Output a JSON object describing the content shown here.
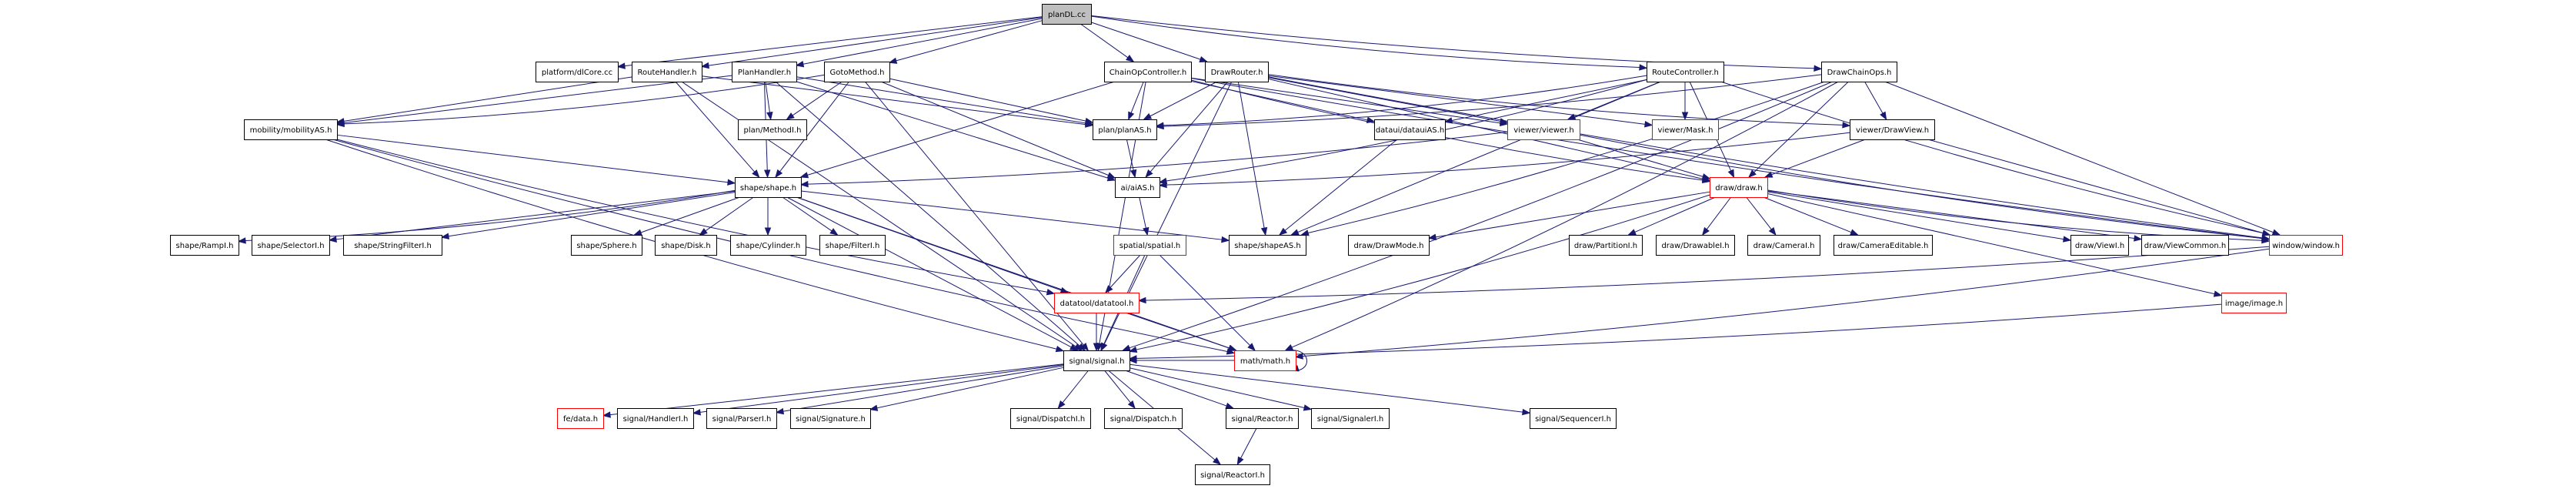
{
  "title": "planDL.cc",
  "colors": {
    "edge": "#191970",
    "root_fill": "#bfbfbf",
    "normal_border": "#000000",
    "missing_border": "#ff0000",
    "node_fill": "#ffffff"
  },
  "nodes": [
    {
      "id": "planDL",
      "label": "planDL.cc",
      "kind": "root"
    },
    {
      "id": "dlCore",
      "label": "platform/dlCore.cc",
      "kind": "normal"
    },
    {
      "id": "RouteHandler",
      "label": "RouteHandler.h",
      "kind": "normal"
    },
    {
      "id": "PlanHandler",
      "label": "PlanHandler.h",
      "kind": "normal"
    },
    {
      "id": "GotoMethod",
      "label": "GotoMethod.h",
      "kind": "normal"
    },
    {
      "id": "ChainOpController",
      "label": "ChainOpController.h",
      "kind": "normal"
    },
    {
      "id": "DrawRouter",
      "label": "DrawRouter.h",
      "kind": "normal"
    },
    {
      "id": "RouteController",
      "label": "RouteController.h",
      "kind": "normal"
    },
    {
      "id": "DrawChainOps",
      "label": "DrawChainOps.h",
      "kind": "normal"
    },
    {
      "id": "mobilityAS",
      "label": "mobility/mobilityAS.h",
      "kind": "normal"
    },
    {
      "id": "MethodI",
      "label": "plan/MethodI.h",
      "kind": "normal"
    },
    {
      "id": "planAS",
      "label": "plan/planAS.h",
      "kind": "normal"
    },
    {
      "id": "datauiAS",
      "label": "dataui/datauiAS.h",
      "kind": "normal"
    },
    {
      "id": "viewer",
      "label": "viewer/viewer.h",
      "kind": "missing"
    },
    {
      "id": "Mask",
      "label": "viewer/Mask.h",
      "kind": "missing"
    },
    {
      "id": "DrawView",
      "label": "viewer/DrawView.h",
      "kind": "normal"
    },
    {
      "id": "shape",
      "label": "shape/shape.h",
      "kind": "normal"
    },
    {
      "id": "aiAS",
      "label": "ai/aiAS.h",
      "kind": "normal"
    },
    {
      "id": "draw",
      "label": "draw/draw.h",
      "kind": "missing"
    },
    {
      "id": "RampI",
      "label": "shape/RampI.h",
      "kind": "normal"
    },
    {
      "id": "SelectorI",
      "label": "shape/SelectorI.h",
      "kind": "normal"
    },
    {
      "id": "StringFilterI",
      "label": "shape/StringFilterI.h",
      "kind": "normal"
    },
    {
      "id": "Sphere",
      "label": "shape/Sphere.h",
      "kind": "normal"
    },
    {
      "id": "Disk",
      "label": "shape/Disk.h",
      "kind": "normal"
    },
    {
      "id": "Cylinder",
      "label": "shape/Cylinder.h",
      "kind": "normal"
    },
    {
      "id": "FilterI",
      "label": "shape/FilterI.h",
      "kind": "normal"
    },
    {
      "id": "spatial",
      "label": "spatial/spatial.h",
      "kind": "missing"
    },
    {
      "id": "shapeAS",
      "label": "shape/shapeAS.h",
      "kind": "normal"
    },
    {
      "id": "DrawMode",
      "label": "draw/DrawMode.h",
      "kind": "normal"
    },
    {
      "id": "PartitionI",
      "label": "draw/PartitionI.h",
      "kind": "normal"
    },
    {
      "id": "DrawableI",
      "label": "draw/DrawableI.h",
      "kind": "normal"
    },
    {
      "id": "CameraI",
      "label": "draw/CameraI.h",
      "kind": "normal"
    },
    {
      "id": "CameraEditable",
      "label": "draw/CameraEditable.h",
      "kind": "normal"
    },
    {
      "id": "ViewI",
      "label": "draw/ViewI.h",
      "kind": "normal"
    },
    {
      "id": "ViewCommon",
      "label": "draw/ViewCommon.h",
      "kind": "normal"
    },
    {
      "id": "window",
      "label": "window/window.h",
      "kind": "missing"
    },
    {
      "id": "datatool",
      "label": "datatool/datatool.h",
      "kind": "missing"
    },
    {
      "id": "image",
      "label": "image/image.h",
      "kind": "missing"
    },
    {
      "id": "signal",
      "label": "signal/signal.h",
      "kind": "normal"
    },
    {
      "id": "math",
      "label": "math/math.h",
      "kind": "missing"
    },
    {
      "id": "fedata",
      "label": "fe/data.h",
      "kind": "missing"
    },
    {
      "id": "HandlerI",
      "label": "signal/HandlerI.h",
      "kind": "normal"
    },
    {
      "id": "ParserI",
      "label": "signal/ParserI.h",
      "kind": "normal"
    },
    {
      "id": "Signature",
      "label": "signal/Signature.h",
      "kind": "normal"
    },
    {
      "id": "DispatchI",
      "label": "signal/DispatchI.h",
      "kind": "normal"
    },
    {
      "id": "Dispatch",
      "label": "signal/Dispatch.h",
      "kind": "normal"
    },
    {
      "id": "Reactor",
      "label": "signal/Reactor.h",
      "kind": "normal"
    },
    {
      "id": "SignalerI",
      "label": "signal/SignalerI.h",
      "kind": "normal"
    },
    {
      "id": "SequencerI",
      "label": "signal/SequencerI.h",
      "kind": "normal"
    },
    {
      "id": "ReactorI",
      "label": "signal/ReactorI.h",
      "kind": "normal"
    }
  ],
  "edges": [
    [
      "planDL",
      "dlCore"
    ],
    [
      "planDL",
      "RouteHandler"
    ],
    [
      "planDL",
      "PlanHandler"
    ],
    [
      "planDL",
      "GotoMethod"
    ],
    [
      "planDL",
      "ChainOpController"
    ],
    [
      "planDL",
      "DrawRouter"
    ],
    [
      "planDL",
      "RouteController"
    ],
    [
      "planDL",
      "DrawChainOps"
    ],
    [
      "RouteHandler",
      "mobilityAS"
    ],
    [
      "RouteHandler",
      "shape"
    ],
    [
      "RouteHandler",
      "signal"
    ],
    [
      "RouteHandler",
      "planAS"
    ],
    [
      "PlanHandler",
      "MethodI"
    ],
    [
      "PlanHandler",
      "planAS"
    ],
    [
      "PlanHandler",
      "shape"
    ],
    [
      "PlanHandler",
      "signal"
    ],
    [
      "PlanHandler",
      "aiAS"
    ],
    [
      "PlanHandler",
      "mobilityAS"
    ],
    [
      "GotoMethod",
      "MethodI"
    ],
    [
      "GotoMethod",
      "planAS"
    ],
    [
      "GotoMethod",
      "shape"
    ],
    [
      "GotoMethod",
      "aiAS"
    ],
    [
      "GotoMethod",
      "mobilityAS"
    ],
    [
      "GotoMethod",
      "signal"
    ],
    [
      "ChainOpController",
      "planAS"
    ],
    [
      "ChainOpController",
      "shape"
    ],
    [
      "ChainOpController",
      "datauiAS"
    ],
    [
      "ChainOpController",
      "viewer"
    ],
    [
      "ChainOpController",
      "draw"
    ],
    [
      "ChainOpController",
      "window"
    ],
    [
      "ChainOpController",
      "signal"
    ],
    [
      "DrawRouter",
      "planAS"
    ],
    [
      "DrawRouter",
      "aiAS"
    ],
    [
      "DrawRouter",
      "shapeAS"
    ],
    [
      "DrawRouter",
      "viewer"
    ],
    [
      "DrawRouter",
      "Mask"
    ],
    [
      "DrawRouter",
      "draw"
    ],
    [
      "DrawRouter",
      "window"
    ],
    [
      "DrawRouter",
      "signal"
    ],
    [
      "DrawRouter",
      "DrawView"
    ],
    [
      "RouteController",
      "planAS"
    ],
    [
      "RouteController",
      "viewer"
    ],
    [
      "RouteController",
      "Mask"
    ],
    [
      "RouteController",
      "datauiAS"
    ],
    [
      "RouteController",
      "draw"
    ],
    [
      "RouteController",
      "shapeAS"
    ],
    [
      "RouteController",
      "window"
    ],
    [
      "RouteController",
      "aiAS"
    ],
    [
      "DrawChainOps",
      "DrawView"
    ],
    [
      "DrawChainOps",
      "draw"
    ],
    [
      "DrawChainOps",
      "window"
    ],
    [
      "DrawChainOps",
      "shapeAS"
    ],
    [
      "DrawChainOps",
      "signal"
    ],
    [
      "DrawChainOps",
      "math"
    ],
    [
      "DrawChainOps",
      "planAS"
    ],
    [
      "mobilityAS",
      "shape"
    ],
    [
      "mobilityAS",
      "signal"
    ],
    [
      "mobilityAS",
      "datatool"
    ],
    [
      "mobilityAS",
      "math"
    ],
    [
      "planAS",
      "aiAS"
    ],
    [
      "datauiAS",
      "shapeAS"
    ],
    [
      "viewer",
      "shape"
    ],
    [
      "viewer",
      "draw"
    ],
    [
      "viewer",
      "window"
    ],
    [
      "DrawView",
      "draw"
    ],
    [
      "DrawView",
      "window"
    ],
    [
      "DrawView",
      "aiAS"
    ],
    [
      "shape",
      "RampI"
    ],
    [
      "shape",
      "SelectorI"
    ],
    [
      "shape",
      "StringFilterI"
    ],
    [
      "shape",
      "Sphere"
    ],
    [
      "shape",
      "Disk"
    ],
    [
      "shape",
      "Cylinder"
    ],
    [
      "shape",
      "FilterI"
    ],
    [
      "shape",
      "shapeAS"
    ],
    [
      "shape",
      "datatool"
    ],
    [
      "shape",
      "signal"
    ],
    [
      "shape",
      "math"
    ],
    [
      "aiAS",
      "spatial"
    ],
    [
      "spatial",
      "datatool"
    ],
    [
      "spatial",
      "signal"
    ],
    [
      "spatial",
      "math"
    ],
    [
      "draw",
      "DrawMode"
    ],
    [
      "draw",
      "PartitionI"
    ],
    [
      "draw",
      "DrawableI"
    ],
    [
      "draw",
      "CameraI"
    ],
    [
      "draw",
      "CameraEditable"
    ],
    [
      "draw",
      "ViewI"
    ],
    [
      "draw",
      "ViewCommon"
    ],
    [
      "draw",
      "window"
    ],
    [
      "draw",
      "image"
    ],
    [
      "draw",
      "signal"
    ],
    [
      "window",
      "datatool"
    ],
    [
      "window",
      "math"
    ],
    [
      "image",
      "signal"
    ],
    [
      "datatool",
      "signal"
    ],
    [
      "datatool",
      "math"
    ],
    [
      "math",
      "math"
    ],
    [
      "math",
      "signal"
    ],
    [
      "signal",
      "fedata"
    ],
    [
      "signal",
      "HandlerI"
    ],
    [
      "signal",
      "ParserI"
    ],
    [
      "signal",
      "Signature"
    ],
    [
      "signal",
      "DispatchI"
    ],
    [
      "signal",
      "Dispatch"
    ],
    [
      "signal",
      "Reactor"
    ],
    [
      "signal",
      "SignalerI"
    ],
    [
      "signal",
      "SequencerI"
    ],
    [
      "signal",
      "ReactorI"
    ],
    [
      "Reactor",
      "ReactorI"
    ]
  ]
}
